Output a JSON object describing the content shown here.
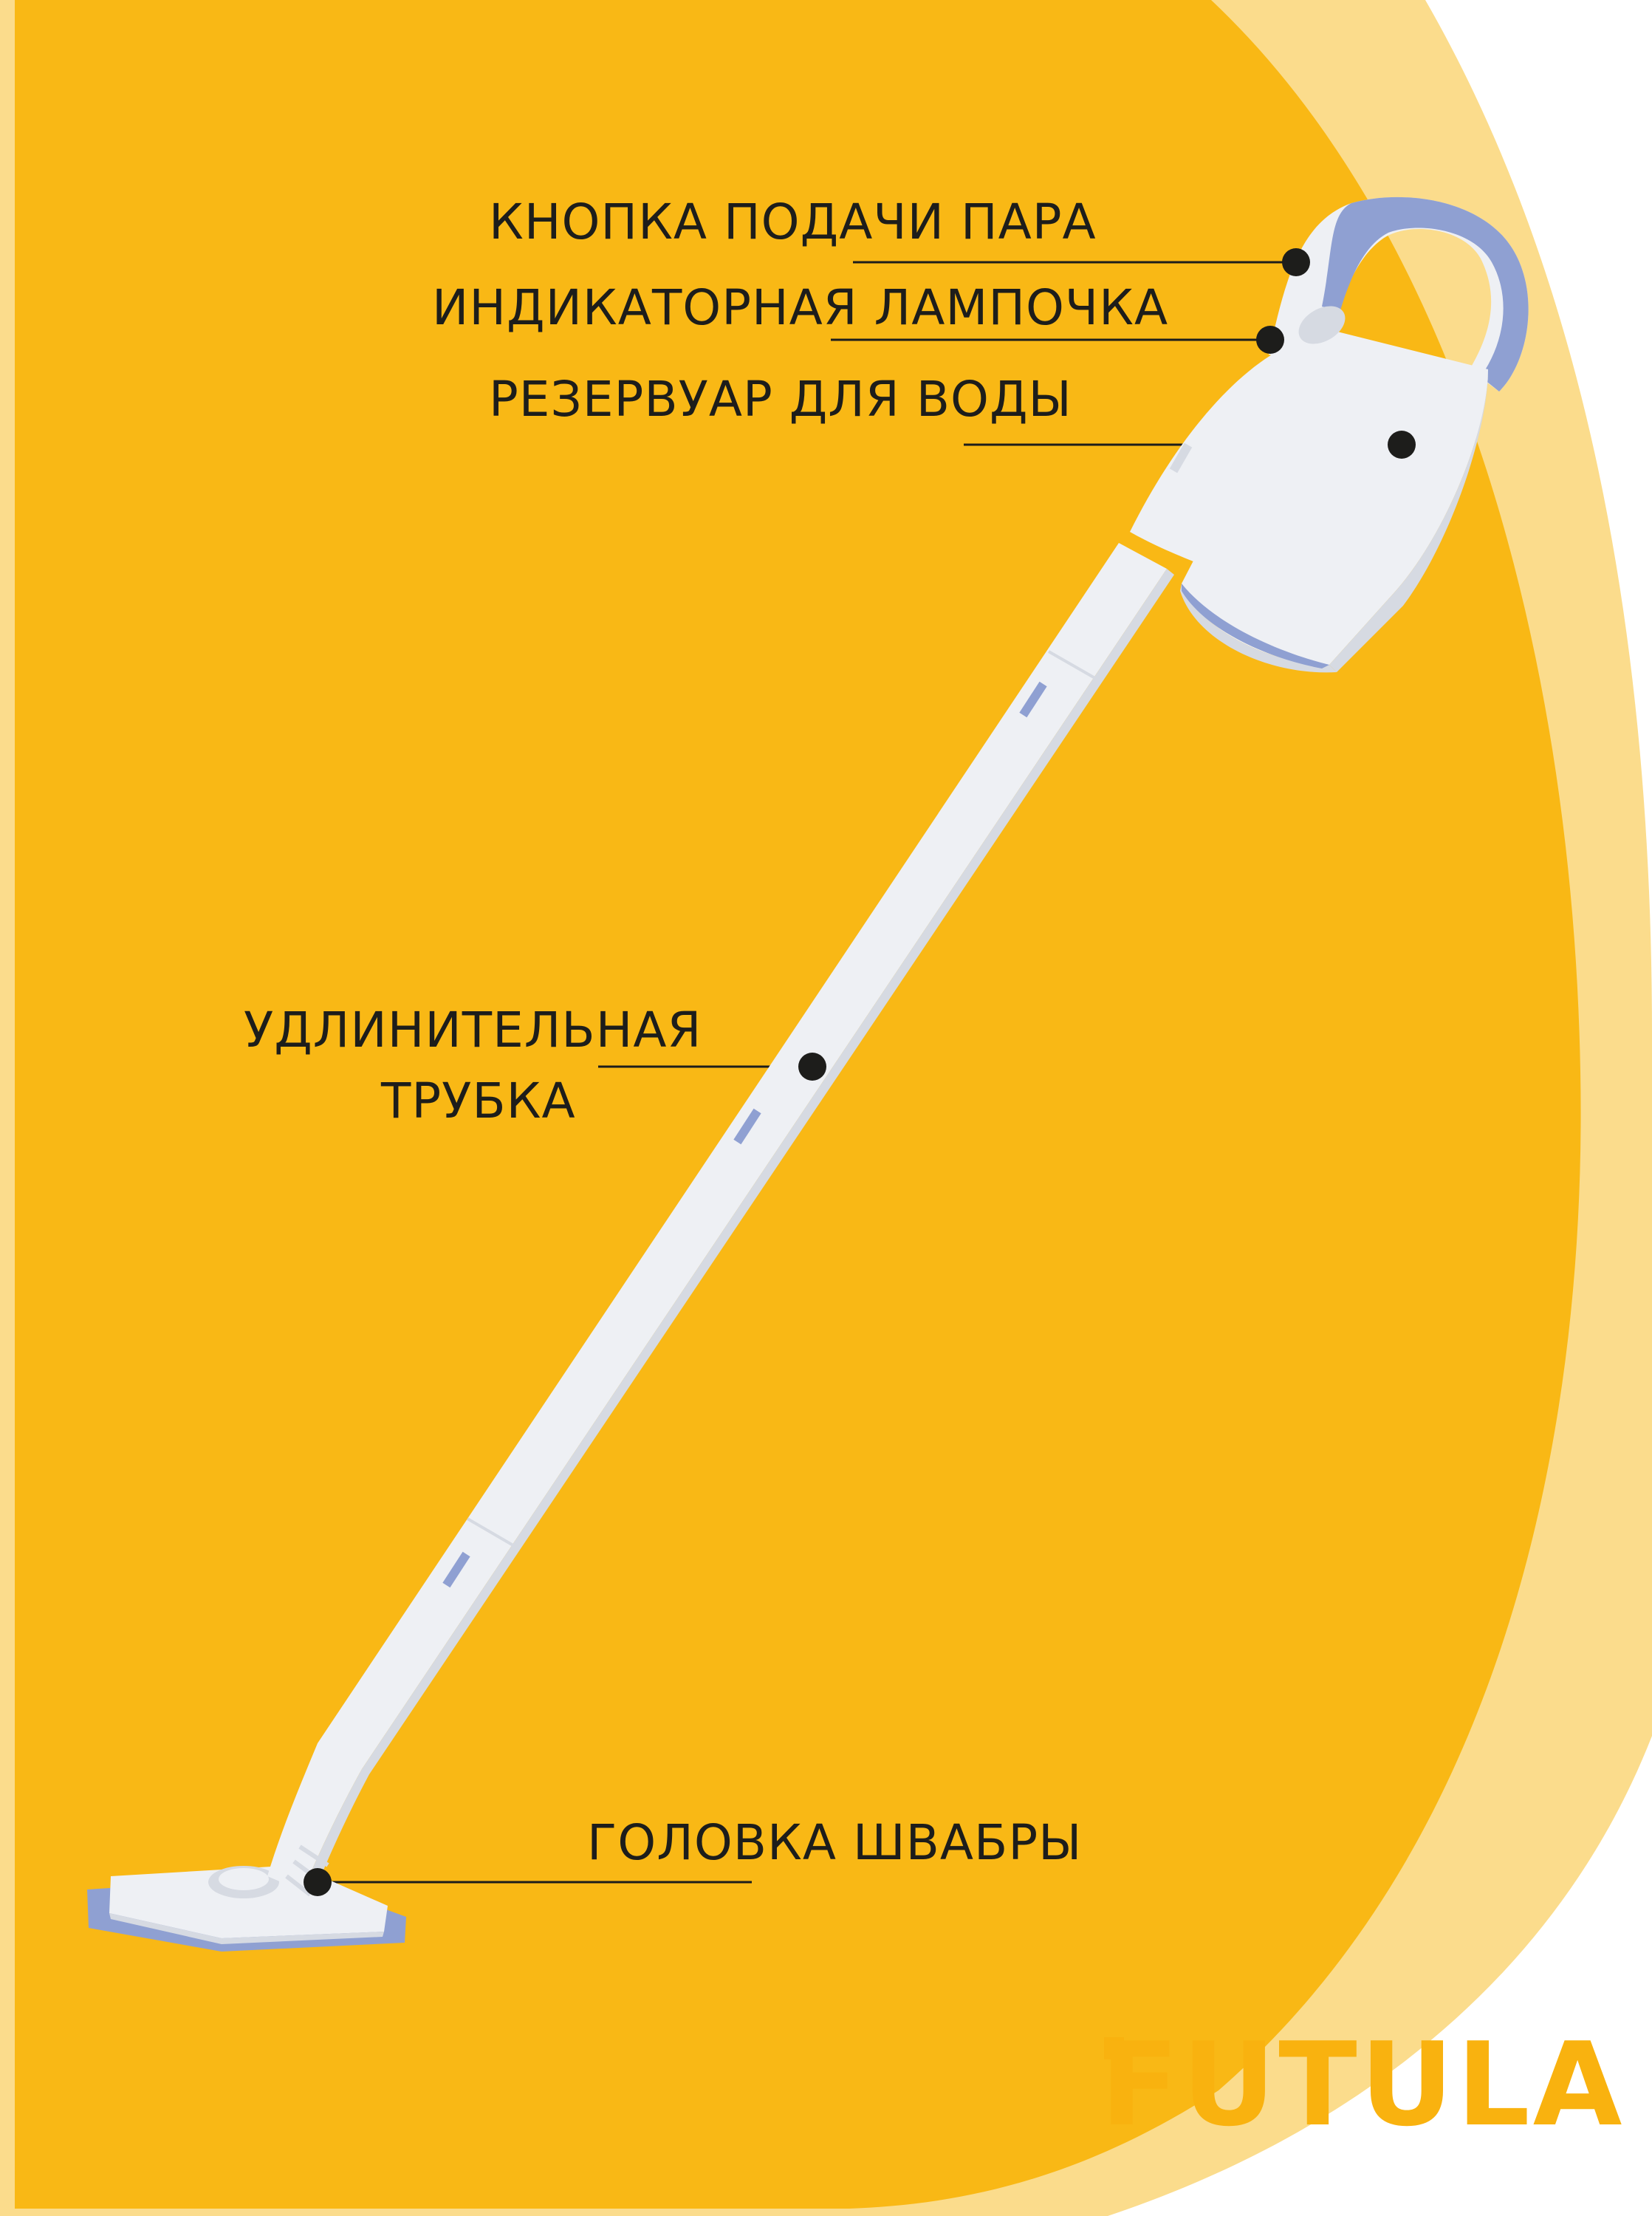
{
  "labels": {
    "steam_button": "КНОПКА ПОДАЧИ ПАРА",
    "indicator_lamp": "ИНДИКАТОРНАЯ ЛАМПОЧКА",
    "water_tank": "РЕЗЕРВУАР ДЛЯ ВОДЫ",
    "extension_tube_line1": "УДЛИНИТЕЛЬНАЯ",
    "extension_tube_line2": "ТРУБКА",
    "mop_head": "ГОЛОВКА ШВАБРЫ"
  },
  "brand": "FUTULA",
  "colors": {
    "background_orange": "#f9b815",
    "light_arc": "#fbdc8c",
    "page_white": "#ffffff",
    "device_white": "#eef0f4",
    "device_shadow": "#d6dae2",
    "accent_blue": "#8fa0d2",
    "text_dark": "#1d1d1b",
    "brand_yellow": "#f9b20f"
  }
}
